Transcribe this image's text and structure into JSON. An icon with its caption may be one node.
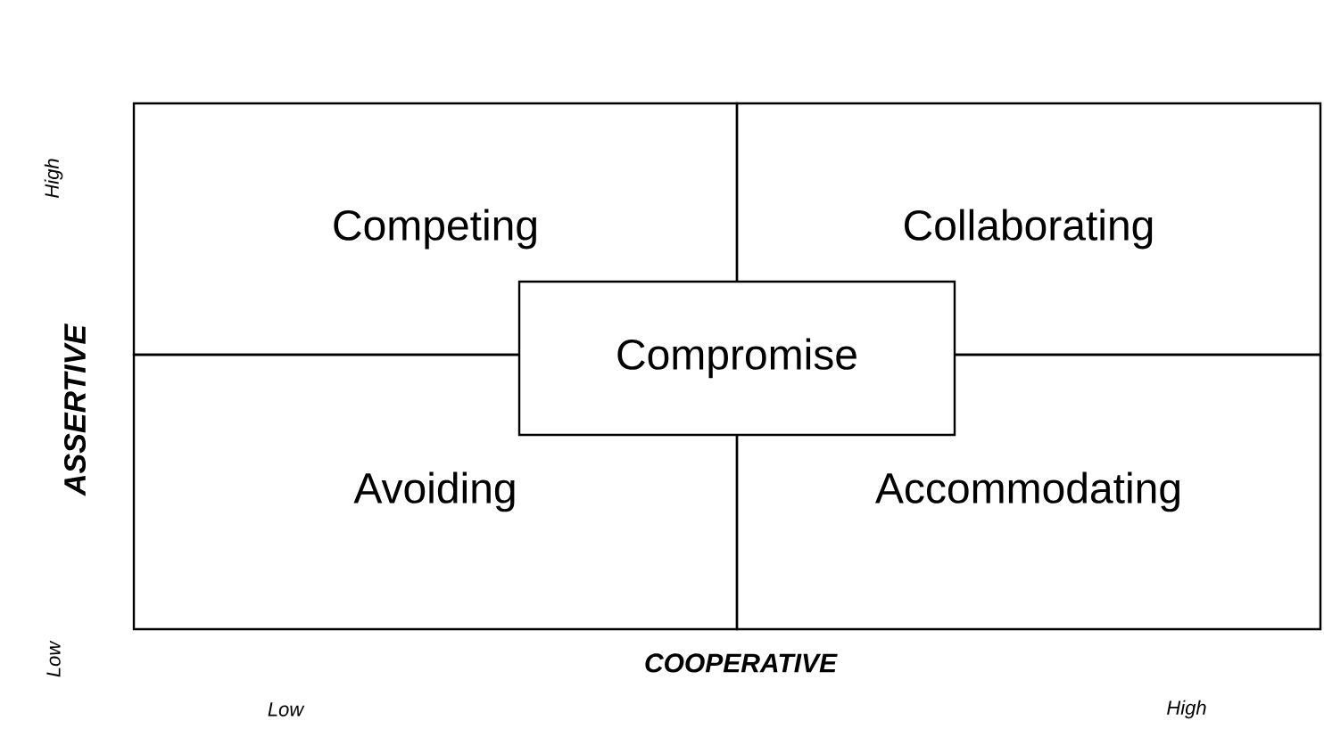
{
  "diagram": {
    "nodes": [
      {
        "text": [
          "Competing"
        ]
      },
      {
        "text": [
          "Collaborating"
        ]
      },
      {
        "text": [
          "Avoiding"
        ]
      },
      {
        "text": [
          "Accommodating"
        ]
      },
      {
        "text": [
          "Compromise"
        ]
      }
    ],
    "labels": [
      "High",
      "ASSERTIVE",
      "Low",
      "COOPERATIVE",
      "Low",
      "High"
    ]
  }
}
